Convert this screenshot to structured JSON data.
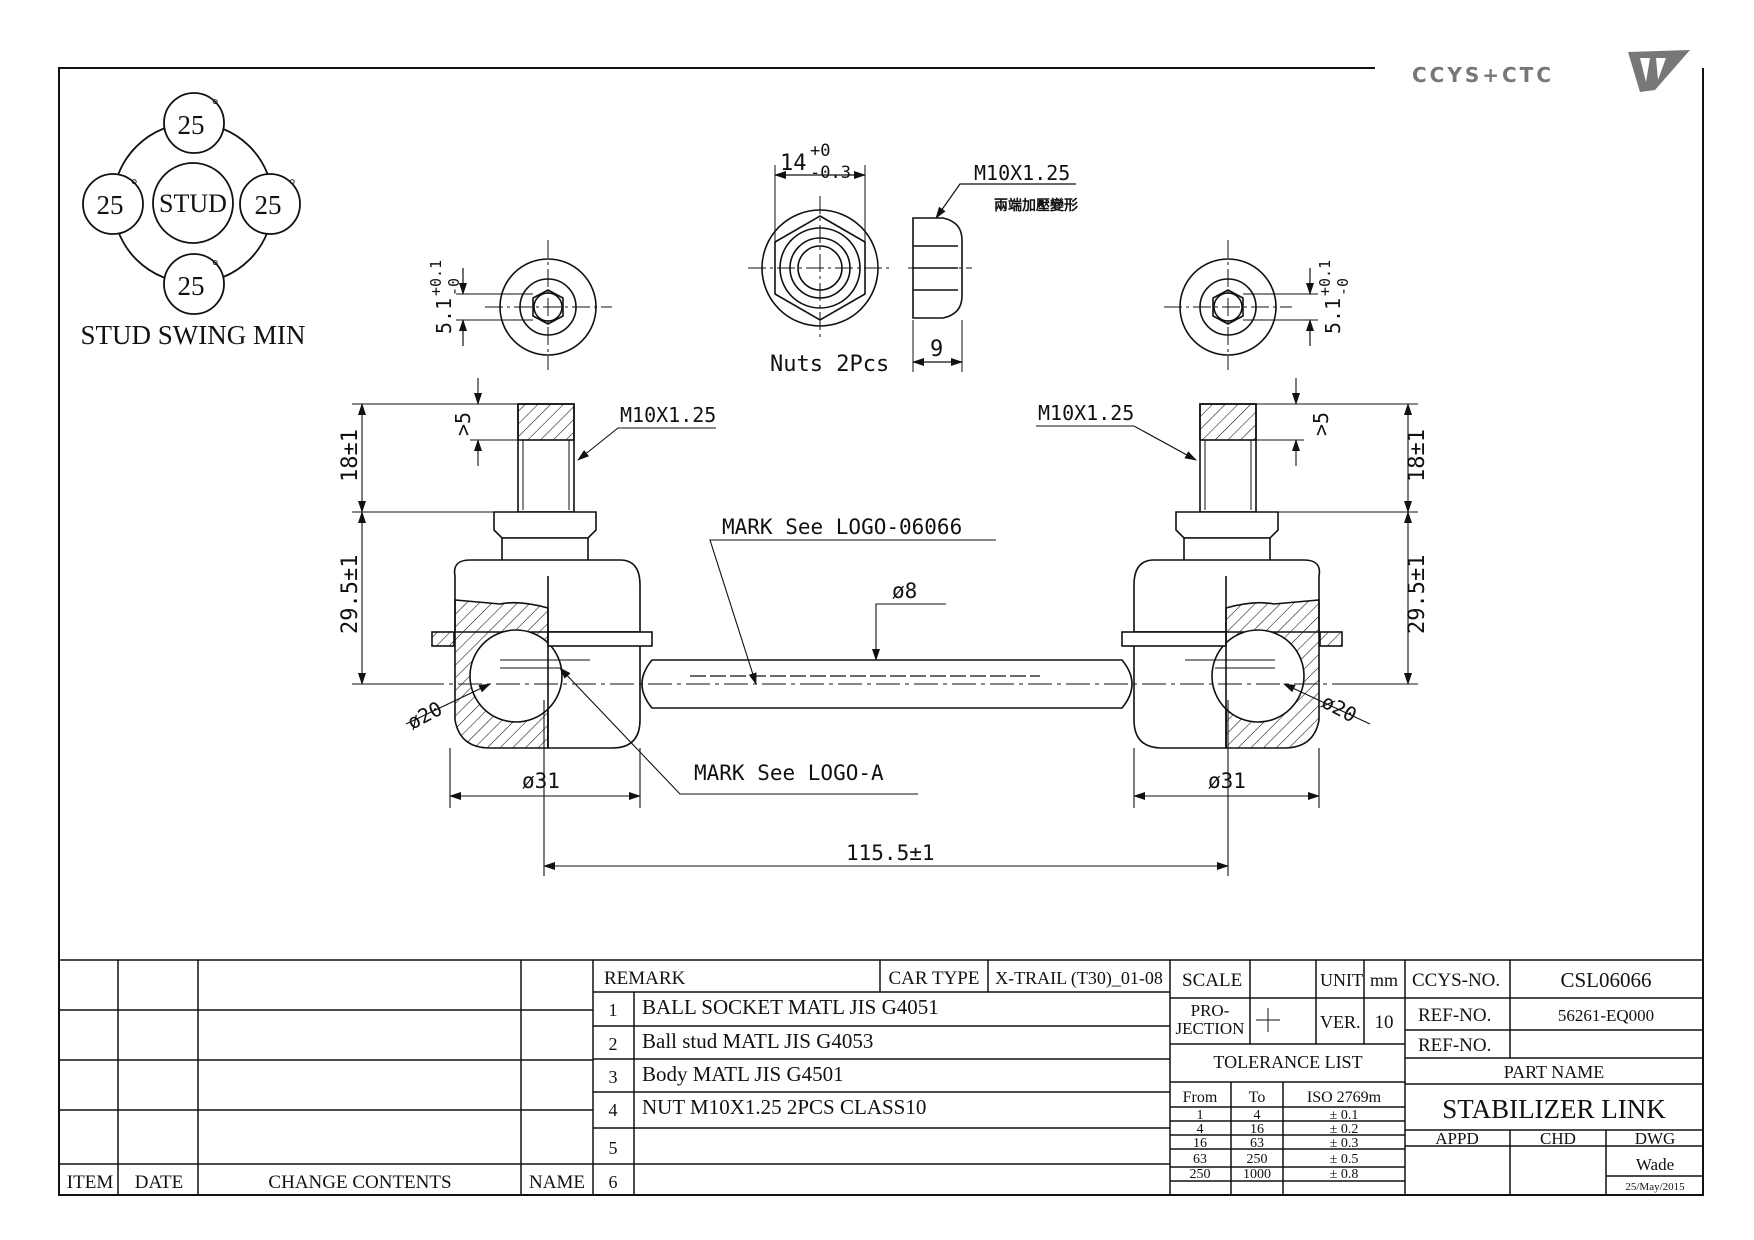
{
  "brand": {
    "logo_text": "CCYS+CTC"
  },
  "swing": {
    "angles": [
      "25",
      "25",
      "25",
      "25"
    ],
    "degree_mark": "°",
    "center_label": "STUD",
    "caption": "STUD SWING MIN"
  },
  "nut_view": {
    "width_base": "14",
    "width_plus": "+0",
    "width_minus": "-0.3",
    "thread": "M10X1.25",
    "note_cn": "兩端加壓變形",
    "thickness": "9",
    "caption": "Nuts 2Pcs"
  },
  "ends": {
    "hex_base": "5.1",
    "hex_plus": "+0.1",
    "hex_minus": "-0",
    "thread_left": "M10X1.25",
    "thread_right": "M10X1.25",
    "dim_5": ">5",
    "dim_18": "18±1",
    "dim_295": "29.5±1",
    "ball_dia": "ø20",
    "body_dia": "ø31"
  },
  "bar": {
    "mark_logo": "MARK See LOGO-06066",
    "mark_a": "MARK See LOGO-A",
    "rod_dia": "ø8",
    "length": "115.5±1"
  },
  "revision": {
    "headers": {
      "item": "ITEM",
      "date": "DATE",
      "change": "CHANGE CONTENTS",
      "name": "NAME"
    }
  },
  "remarks": {
    "remark_label": "REMARK",
    "car_type_label": "CAR TYPE",
    "car_type": "X-TRAIL (T30)_01-08",
    "rows": [
      {
        "no": "1",
        "text": "BALL SOCKET MATL JIS G4051"
      },
      {
        "no": "2",
        "text": "Ball stud MATL JIS G4053"
      },
      {
        "no": "3",
        "text": "Body MATL JIS G4501"
      },
      {
        "no": "4",
        "text": "NUT M10X1.25 2PCS CLASS10"
      },
      {
        "no": "5",
        "text": ""
      },
      {
        "no": "6",
        "text": ""
      }
    ]
  },
  "spec": {
    "scale_label": "SCALE",
    "unit_label": "UNIT",
    "unit": "mm",
    "projection_label1": "PRO-",
    "projection_label2": "JECTION",
    "ver_label": "VER.",
    "ver": "10",
    "tolerance_title": "TOLERANCE LIST",
    "tol_headers": [
      "From",
      "To",
      "ISO 2769m"
    ],
    "tolerances": [
      {
        "from": "1",
        "to": "4",
        "tol": "± 0.1"
      },
      {
        "from": "4",
        "to": "16",
        "tol": "± 0.2"
      },
      {
        "from": "16",
        "to": "63",
        "tol": "± 0.3"
      },
      {
        "from": "63",
        "to": "250",
        "tol": "± 0.5"
      },
      {
        "from": "250",
        "to": "1000",
        "tol": "± 0.8"
      }
    ]
  },
  "part": {
    "ccys_label": "CCYS-NO.",
    "ccys_no": "CSL06066",
    "ref_label": "REF-NO.",
    "ref_no": "56261-EQ000",
    "ref2_label": "REF-NO.",
    "ref2_no": "",
    "part_name_label": "PART NAME",
    "part_name": "STABILIZER LINK",
    "appd": "APPD",
    "chd": "CHD",
    "dwg": "DWG",
    "drawn_by": "Wade",
    "date": "25/May/2015"
  }
}
